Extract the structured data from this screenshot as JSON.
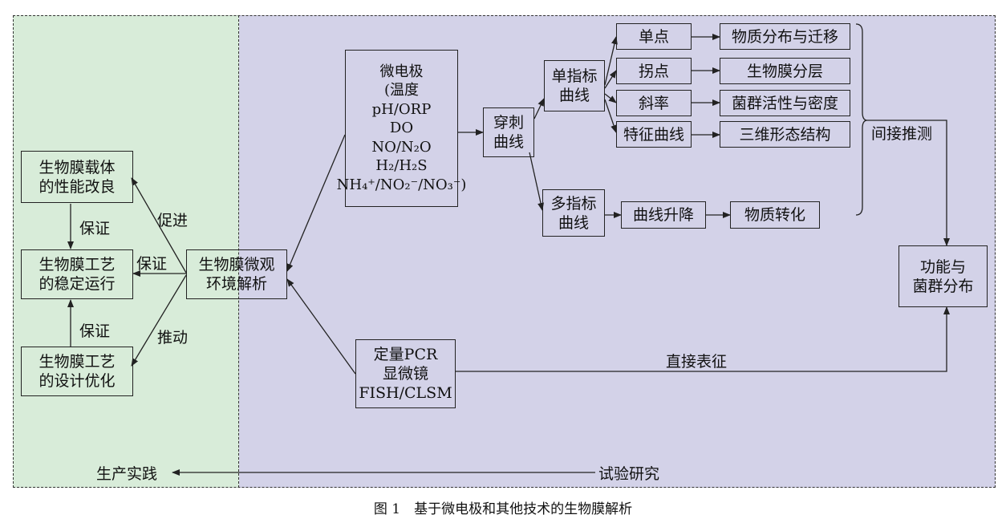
{
  "colors": {
    "left_region": "#d8ecd9",
    "right_region": "#d3d2e8",
    "stroke": "#222222"
  },
  "nodes": {
    "carrier": [
      "生物膜载体",
      "的性能改良"
    ],
    "stable": [
      "生物膜工艺",
      "的稳定运行"
    ],
    "design": [
      "生物膜工艺",
      "的设计优化"
    ],
    "analysis": [
      "生物膜微观",
      "环境解析"
    ],
    "microelectrode": [
      "微电极",
      "(温度",
      "pH/ORP",
      "DO",
      "NO/N₂O",
      "H₂/H₂S",
      "NH₄⁺/NO₂⁻/NO₃⁻)"
    ],
    "puncture": [
      "穿刺",
      "曲线"
    ],
    "single": [
      "单指标",
      "曲线"
    ],
    "multi": [
      "多指标",
      "曲线"
    ],
    "point": "单点",
    "inflection": "拐点",
    "slope": "斜率",
    "feature": "特征曲线",
    "rise_fall": "曲线升降",
    "distribution": "物质分布与迁移",
    "layering": "生物膜分层",
    "activity": "菌群活性与密度",
    "structure": "三维形态结构",
    "conversion": "物质转化",
    "function": [
      "功能与",
      "菌群分布"
    ],
    "techniques": [
      "定量PCR",
      "显微镜",
      "FISH/CLSM"
    ]
  },
  "labels": {
    "promote": "促进",
    "guarantee_top": "保证",
    "guarantee_mid": "保证",
    "guarantee_bottom": "保证",
    "drive": "推动",
    "indirect": "间接推测",
    "direct": "直接表征",
    "practice": "生产实践",
    "research": "试验研究"
  },
  "caption": "图 1　基于微电极和其他技术的生物膜解析"
}
